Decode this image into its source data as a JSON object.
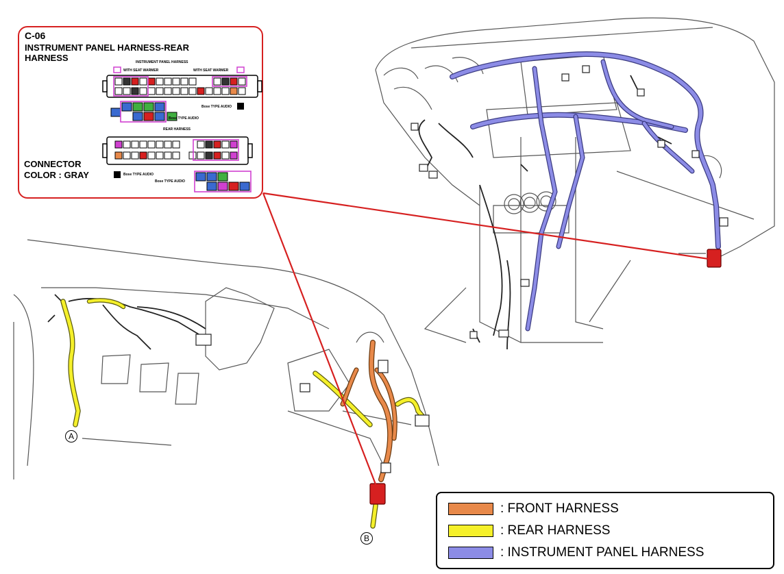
{
  "callout": {
    "id": "C-06",
    "title": "INSTRUMENT PANEL HARNESS-REAR HARNESS",
    "ip_harness_label": "INSTRUMENT PANEL HARNESS",
    "rear_harness_label": "REAR HARNESS",
    "with_seat_warmer_left": "WITH SEAT WARMER",
    "with_seat_warmer_right": "WITH SEAT WARMER",
    "bose_audio_1": "Bose TYPE AUDIO",
    "bose_audio_2": "Bose TYPE AUDIO",
    "bose_audio_3": "Bose TYPE AUDIO",
    "bose_audio_4": "Bose TYPE AUDIO",
    "connector_color": "CONNECTOR COLOR : GRAY"
  },
  "markers": {
    "a": "A",
    "b": "B"
  },
  "legend": {
    "items": [
      {
        "label": ": FRONT HARNESS",
        "color": "#e8894a"
      },
      {
        "label": ": REAR HARNESS",
        "color": "#f5f02a"
      },
      {
        "label": ": INSTRUMENT PANEL HARNESS",
        "color": "#8c8ce6"
      }
    ]
  },
  "colors": {
    "leader_line": "#d62020",
    "connector": "#d62020",
    "front_harness": "#e8894a",
    "rear_harness": "#f5f02a",
    "ip_harness": "#8c8ce6",
    "pin_highlight": "#d040d0"
  }
}
